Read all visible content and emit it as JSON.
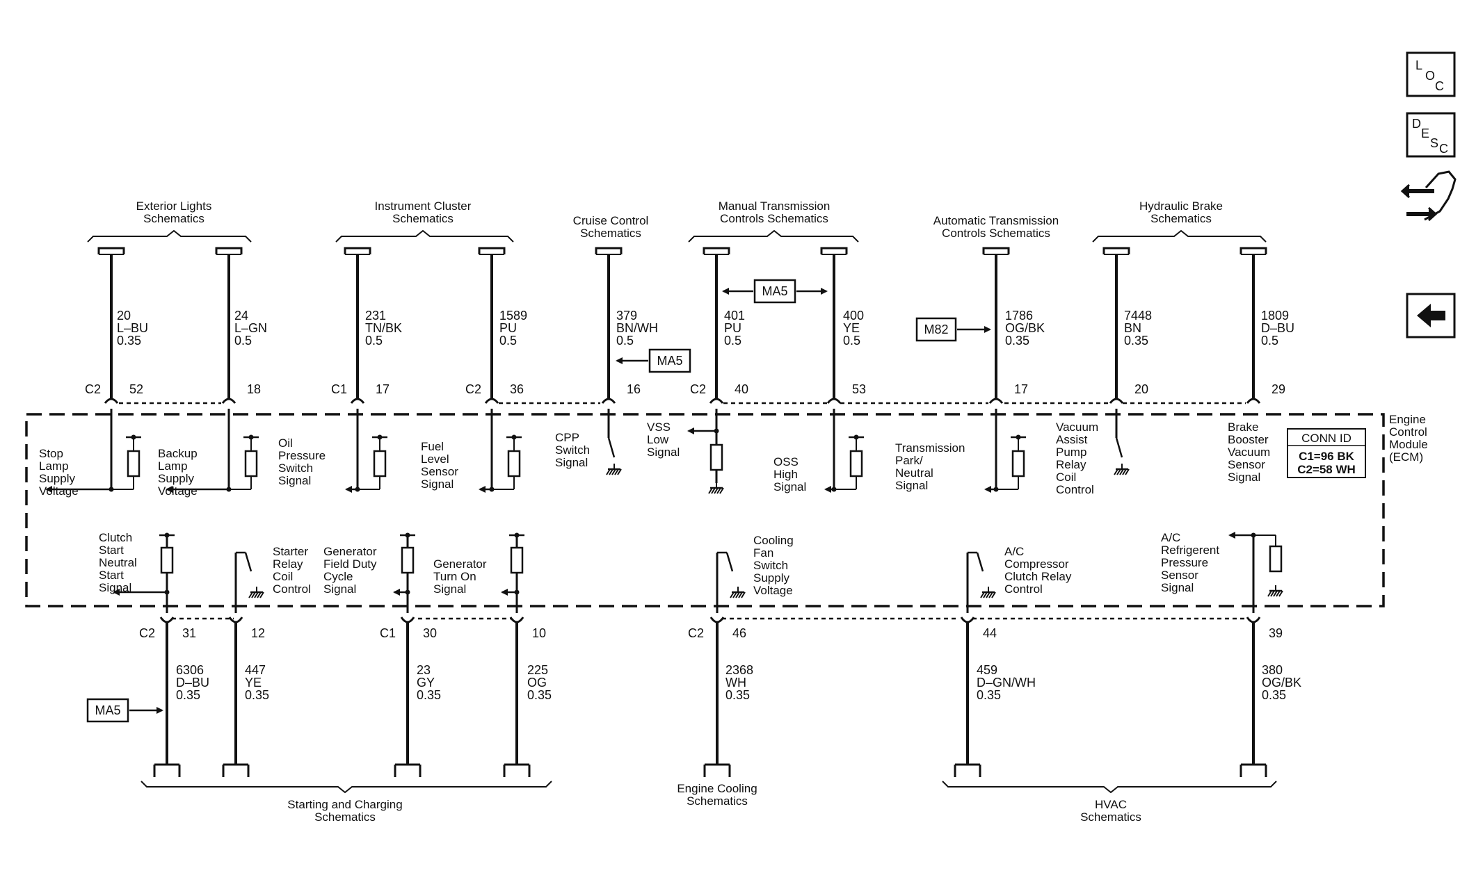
{
  "diagram": {
    "ecm_label": [
      "Engine",
      "Control",
      "Module",
      "(ECM)"
    ],
    "conn_id": {
      "title": "CONN ID",
      "c1": "C1=96 BK",
      "c2": "C2=58 WH"
    },
    "top_headers": [
      {
        "lines": [
          "Exterior Lights",
          "Schematics"
        ]
      },
      {
        "lines": [
          "Instrument Cluster",
          "Schematics"
        ]
      },
      {
        "lines": [
          "Cruise Control",
          "Schematics"
        ]
      },
      {
        "lines": [
          "Manual Transmission",
          "Controls Schematics"
        ]
      },
      {
        "lines": [
          "Automatic Transmission",
          "Controls Schematics"
        ]
      },
      {
        "lines": [
          "Hydraulic Brake",
          "Schematics"
        ]
      }
    ],
    "bottom_headers": [
      {
        "lines": [
          "Starting and Charging",
          "Schematics"
        ]
      },
      {
        "lines": [
          "Engine Cooling",
          "Schematics"
        ]
      },
      {
        "lines": [
          "HVAC",
          "Schematics"
        ]
      }
    ],
    "top_wires": [
      {
        "circuit": "20",
        "color": "L–BU",
        "gauge": "0.35",
        "conn": "C2",
        "pin": "52",
        "signal": [
          "Stop",
          "Lamp",
          "Supply",
          "Voltage"
        ]
      },
      {
        "circuit": "24",
        "color": "L–GN",
        "gauge": "0.5",
        "conn": "",
        "pin": "18",
        "signal": [
          "Backup",
          "Lamp",
          "Supply",
          "Voltage"
        ]
      },
      {
        "circuit": "231",
        "color": "TN/BK",
        "gauge": "0.5",
        "conn": "C1",
        "pin": "17",
        "signal": [
          "Oil",
          "Pressure",
          "Switch",
          "Signal"
        ]
      },
      {
        "circuit": "1589",
        "color": "PU",
        "gauge": "0.5",
        "conn": "C2",
        "pin": "36",
        "signal": [
          "Fuel",
          "Level",
          "Sensor",
          "Signal"
        ]
      },
      {
        "circuit": "379",
        "color": "BN/WH",
        "gauge": "0.5",
        "conn": "",
        "pin": "16",
        "signal": [
          "CPP",
          "Switch",
          "Signal"
        ]
      },
      {
        "circuit": "401",
        "color": "PU",
        "gauge": "0.5",
        "conn": "C2",
        "pin": "40",
        "signal": [
          "VSS",
          "Low",
          "Signal"
        ]
      },
      {
        "circuit": "400",
        "color": "YE",
        "gauge": "0.5",
        "conn": "",
        "pin": "53",
        "signal": [
          "OSS",
          "High",
          "Signal"
        ]
      },
      {
        "circuit": "1786",
        "color": "OG/BK",
        "gauge": "0.35",
        "conn": "",
        "pin": "17",
        "signal": [
          "Transmission",
          "Park/",
          "Neutral",
          "Signal"
        ]
      },
      {
        "circuit": "7448",
        "color": "BN",
        "gauge": "0.35",
        "conn": "",
        "pin": "20",
        "signal": [
          "Vacuum",
          "Assist",
          "Pump",
          "Relay",
          "Coil",
          "Control"
        ]
      },
      {
        "circuit": "1809",
        "color": "D–BU",
        "gauge": "0.5",
        "conn": "",
        "pin": "29",
        "signal": [
          "Brake",
          "Booster",
          "Vacuum",
          "Sensor",
          "Signal"
        ]
      }
    ],
    "bottom_wires": [
      {
        "circuit": "6306",
        "color": "D–BU",
        "gauge": "0.35",
        "conn": "C2",
        "pin": "31",
        "signal": [
          "Clutch",
          "Start",
          "Neutral",
          "Start",
          "Signal"
        ]
      },
      {
        "circuit": "447",
        "color": "YE",
        "gauge": "0.35",
        "conn": "",
        "pin": "12",
        "signal": [
          "Starter",
          "Relay",
          "Coil",
          "Control"
        ]
      },
      {
        "circuit": "23",
        "color": "GY",
        "gauge": "0.35",
        "conn": "C1",
        "pin": "30",
        "signal": [
          "Generator",
          "Field Duty",
          "Cycle",
          "Signal"
        ]
      },
      {
        "circuit": "225",
        "color": "OG",
        "gauge": "0.35",
        "conn": "",
        "pin": "10",
        "signal": [
          "Generator",
          "Turn On",
          "Signal"
        ]
      },
      {
        "circuit": "2368",
        "color": "WH",
        "gauge": "0.35",
        "conn": "C2",
        "pin": "46",
        "signal": [
          "Cooling",
          "Fan",
          "Switch",
          "Supply",
          "Voltage"
        ]
      },
      {
        "circuit": "459",
        "color": "D–GN/WH",
        "gauge": "0.35",
        "conn": "",
        "pin": "44",
        "signal": [
          "A/C",
          "Compressor",
          "Clutch Relay",
          "Control"
        ]
      },
      {
        "circuit": "380",
        "color": "OG/BK",
        "gauge": "0.35",
        "conn": "",
        "pin": "39",
        "signal": [
          "A/C",
          "Refrigerent",
          "Pressure",
          "Sensor",
          "Signal"
        ]
      }
    ],
    "refs": {
      "ma5_a": "MA5",
      "ma5_b": "MA5",
      "ma5_c": "MA5",
      "m82": "M82"
    }
  },
  "side_buttons": {
    "loc": {
      "l": "L",
      "o": "O",
      "c": "C"
    },
    "desc": {
      "d": "D",
      "e": "E",
      "s": "S",
      "c": "C"
    }
  }
}
